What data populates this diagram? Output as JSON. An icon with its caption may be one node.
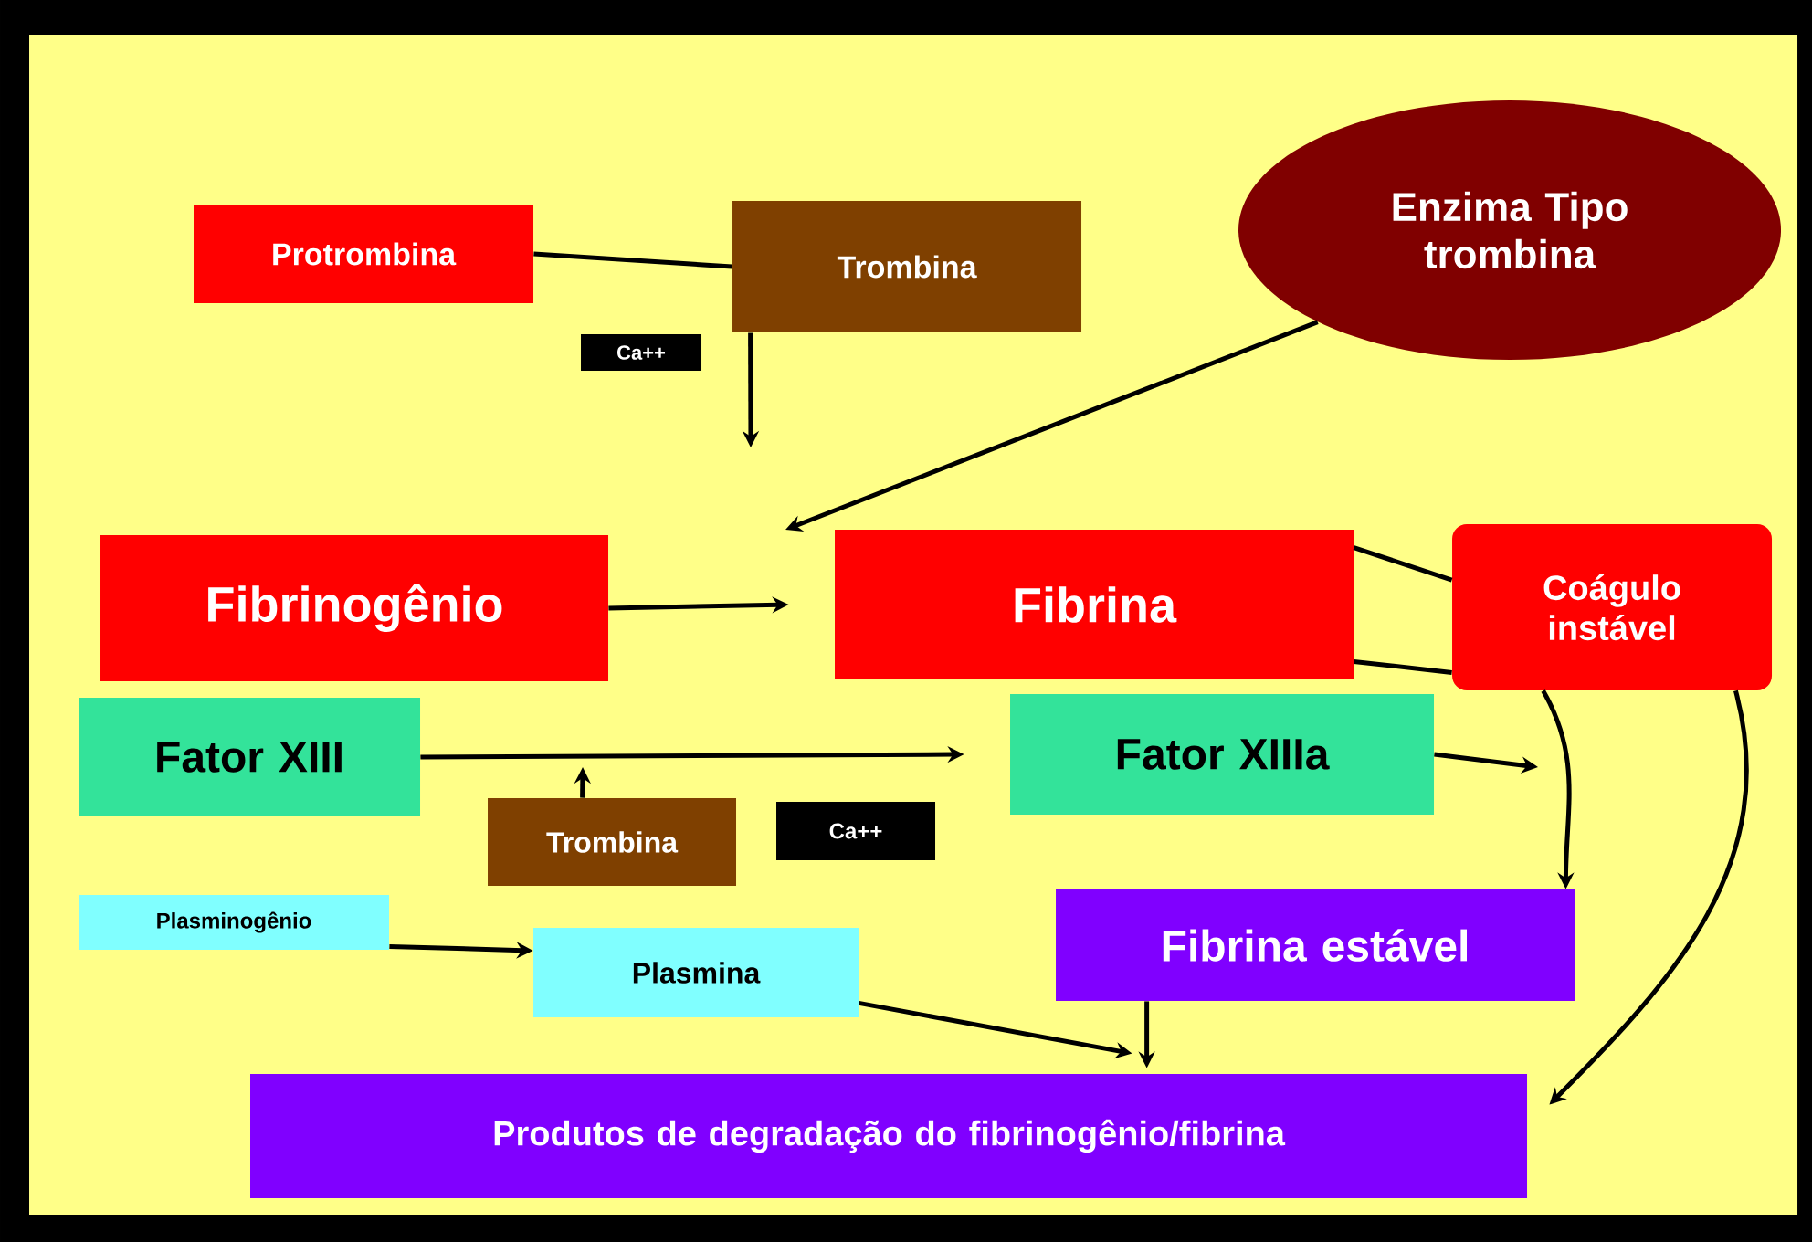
{
  "diagram": {
    "nodes": [
      {
        "text": [
          "Protrombina"
        ]
      },
      {
        "text": [
          "Trombina"
        ]
      },
      {
        "text": [
          "Ca++"
        ]
      },
      {
        "text": [
          "Enzima Tipo trombina"
        ]
      },
      {
        "text": [
          "Fibrinogênio"
        ]
      },
      {
        "text": [
          "Fibrina"
        ]
      },
      {
        "text": [
          "Coágulo instável"
        ]
      },
      {
        "text": [
          "Fator XIII"
        ]
      },
      {
        "text": [
          "Trombina"
        ]
      },
      {
        "text": [
          "Ca++"
        ]
      },
      {
        "text": [
          "Fator XIIIa"
        ]
      },
      {
        "text": [
          "Plasminogênio"
        ]
      },
      {
        "text": [
          "Plasmina"
        ]
      },
      {
        "text": [
          "Fibrina estável"
        ]
      },
      {
        "text": [
          "Produtos de degradação do fibrinogênio/fibrina"
        ]
      }
    ],
    "edges": [
      {
        "from": 0,
        "to": 1,
        "arrow": "none"
      },
      {
        "from": 1,
        "to": null,
        "arrow": "to"
      },
      {
        "from": 3,
        "to": null,
        "arrow": "to"
      },
      {
        "from": 4,
        "to": 5,
        "arrow": "to"
      },
      {
        "from": 5,
        "to": 6,
        "arrow": "none"
      },
      {
        "from": 5,
        "to": 6,
        "arrow": "none"
      },
      {
        "from": 7,
        "to": 10,
        "arrow": "to"
      },
      {
        "from": 8,
        "to": null,
        "arrow": "to"
      },
      {
        "from": 10,
        "to": null,
        "arrow": "to"
      },
      {
        "from": 6,
        "to": 13,
        "arrow": "to"
      },
      {
        "from": 6,
        "to": 14,
        "arrow": "to"
      },
      {
        "from": 11,
        "to": 12,
        "arrow": "to"
      },
      {
        "from": 12,
        "to": 14,
        "arrow": "to"
      },
      {
        "from": 13,
        "to": 14,
        "arrow": "to"
      }
    ]
  }
}
